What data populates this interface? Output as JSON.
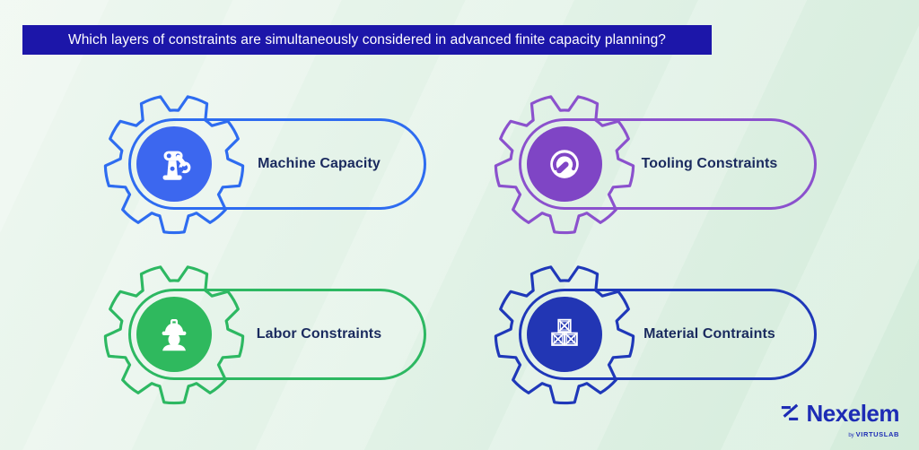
{
  "theme": {
    "header_bg": "#1c16a9",
    "label_color": "#1a2a5e",
    "brand_color": "#1d2cb5",
    "bg_top": "#eef7f0",
    "bg_bottom": "#d4ecdb"
  },
  "header": {
    "question": "Which layers of constraints are simultaneously considered in advanced finite capacity planning?"
  },
  "cards": [
    {
      "label": "Machine Capacity",
      "icon": "robot-arm-icon",
      "accent": "#2e6cf0",
      "circle_fill": "#3c67ef"
    },
    {
      "label": "Tooling Constraints",
      "icon": "gauge-icon",
      "accent": "#8b51cd",
      "circle_fill": "#7f45c5"
    },
    {
      "label": "Labor Constraints",
      "icon": "worker-icon",
      "accent": "#2db862",
      "circle_fill": "#2fb95e"
    },
    {
      "label": "Material Contraints",
      "icon": "crates-icon",
      "accent": "#1f38b9",
      "circle_fill": "#2236b4"
    }
  ],
  "footer": {
    "brand": "Nexelem",
    "byline_prefix": "by",
    "byline": "VIRTUSLAB"
  }
}
